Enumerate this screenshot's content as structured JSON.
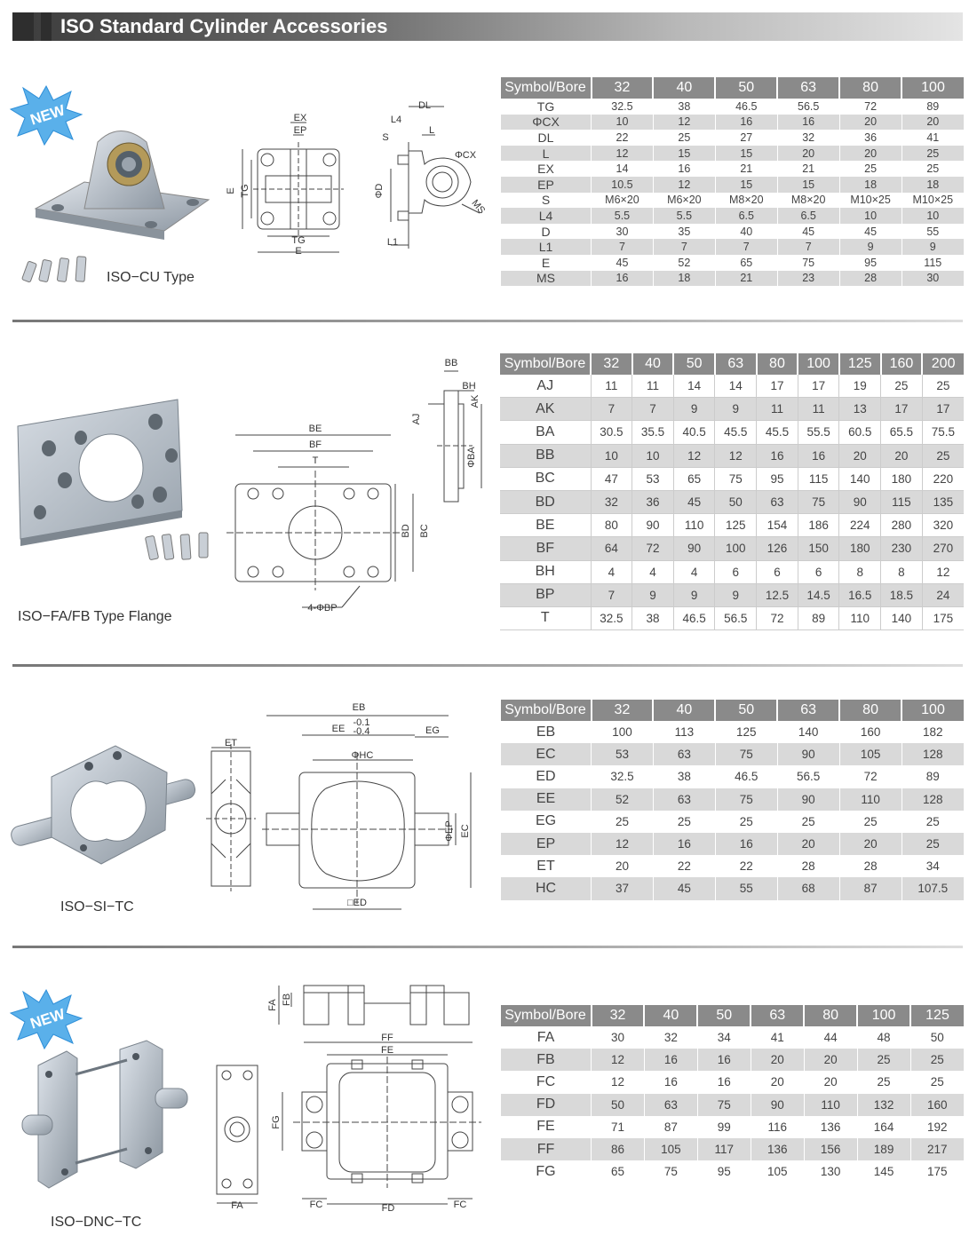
{
  "page_title": "ISO Standard Cylinder Accessories",
  "colors": {
    "header_dark": "#2e2e2e",
    "table_header": "#8a8a8a",
    "row_alt": "#d9d9d9",
    "part_metal": "#b9c0c7",
    "badge_blue": "#2f8fd8"
  },
  "badges": {
    "new_label": "NEW"
  },
  "sections": [
    {
      "id": "cu",
      "product_label": "ISO−CU Type",
      "dim_labels": [
        "EX",
        "EP",
        "TG",
        "E",
        "TG",
        "E",
        "DL",
        "L4",
        "S",
        "L",
        "ΦCX",
        "ΦD",
        "MS",
        "L1"
      ],
      "table": {
        "header": "Symbol/Bore",
        "bores": [
          "32",
          "40",
          "50",
          "63",
          "80",
          "100"
        ],
        "rows": [
          {
            "sym": "TG",
            "vals": [
              "32.5",
              "38",
              "46.5",
              "56.5",
              "72",
              "89"
            ]
          },
          {
            "sym": "ΦCX",
            "vals": [
              "10",
              "12",
              "16",
              "16",
              "20",
              "20"
            ]
          },
          {
            "sym": "DL",
            "vals": [
              "22",
              "25",
              "27",
              "32",
              "36",
              "41"
            ]
          },
          {
            "sym": "L",
            "vals": [
              "12",
              "15",
              "15",
              "20",
              "20",
              "25"
            ]
          },
          {
            "sym": "EX",
            "vals": [
              "14",
              "16",
              "21",
              "21",
              "25",
              "25"
            ]
          },
          {
            "sym": "EP",
            "vals": [
              "10.5",
              "12",
              "15",
              "15",
              "18",
              "18"
            ]
          },
          {
            "sym": "S",
            "vals": [
              "M6×20",
              "M6×20",
              "M8×20",
              "M8×20",
              "M10×25",
              "M10×25"
            ]
          },
          {
            "sym": "L4",
            "vals": [
              "5.5",
              "5.5",
              "6.5",
              "6.5",
              "10",
              "10"
            ]
          },
          {
            "sym": "D",
            "vals": [
              "30",
              "35",
              "40",
              "45",
              "45",
              "55"
            ]
          },
          {
            "sym": "L1",
            "vals": [
              "7",
              "7",
              "7",
              "7",
              "9",
              "9"
            ]
          },
          {
            "sym": "E",
            "vals": [
              "45",
              "52",
              "65",
              "75",
              "95",
              "115"
            ]
          },
          {
            "sym": "MS",
            "vals": [
              "16",
              "18",
              "21",
              "23",
              "28",
              "30"
            ]
          }
        ]
      }
    },
    {
      "id": "fa",
      "product_label": "ISO−FA/FB Type Flange",
      "dim_labels": [
        "BE",
        "BF",
        "T",
        "BD",
        "BC",
        "4-ΦBP",
        "BB",
        "BH",
        "AJ",
        "AK",
        "ΦBA"
      ],
      "table": {
        "header": "Symbol/Bore",
        "bores": [
          "32",
          "40",
          "50",
          "63",
          "80",
          "100",
          "125",
          "160",
          "200"
        ],
        "rows": [
          {
            "sym": "AJ",
            "vals": [
              "11",
              "11",
              "14",
              "14",
              "17",
              "17",
              "19",
              "25",
              "25"
            ]
          },
          {
            "sym": "AK",
            "vals": [
              "7",
              "7",
              "9",
              "9",
              "11",
              "11",
              "13",
              "17",
              "17"
            ]
          },
          {
            "sym": "BA",
            "vals": [
              "30.5",
              "35.5",
              "40.5",
              "45.5",
              "45.5",
              "55.5",
              "60.5",
              "65.5",
              "75.5"
            ]
          },
          {
            "sym": "BB",
            "vals": [
              "10",
              "10",
              "12",
              "12",
              "16",
              "16",
              "20",
              "20",
              "25"
            ]
          },
          {
            "sym": "BC",
            "vals": [
              "47",
              "53",
              "65",
              "75",
              "95",
              "115",
              "140",
              "180",
              "220"
            ]
          },
          {
            "sym": "BD",
            "vals": [
              "32",
              "36",
              "45",
              "50",
              "63",
              "75",
              "90",
              "115",
              "135"
            ]
          },
          {
            "sym": "BE",
            "vals": [
              "80",
              "90",
              "110",
              "125",
              "154",
              "186",
              "224",
              "280",
              "320"
            ]
          },
          {
            "sym": "BF",
            "vals": [
              "64",
              "72",
              "90",
              "100",
              "126",
              "150",
              "180",
              "230",
              "270"
            ]
          },
          {
            "sym": "BH",
            "vals": [
              "4",
              "4",
              "4",
              "6",
              "6",
              "6",
              "8",
              "8",
              "12"
            ]
          },
          {
            "sym": "BP",
            "vals": [
              "7",
              "9",
              "9",
              "9",
              "12.5",
              "14.5",
              "16.5",
              "18.5",
              "24"
            ]
          },
          {
            "sym": "T",
            "vals": [
              "32.5",
              "38",
              "46.5",
              "56.5",
              "72",
              "89",
              "110",
              "140",
              "175"
            ]
          }
        ]
      }
    },
    {
      "id": "si",
      "product_label": "ISO−SI−TC",
      "dim_labels": [
        "ET",
        "EB",
        "EE",
        "-0.1",
        "-0.4",
        "EG",
        "ΦHC",
        "ΦEP",
        "EC",
        "□ED"
      ],
      "table": {
        "header": "Symbol/Bore",
        "bores": [
          "32",
          "40",
          "50",
          "63",
          "80",
          "100"
        ],
        "rows": [
          {
            "sym": "EB",
            "vals": [
              "100",
              "113",
              "125",
              "140",
              "160",
              "182"
            ]
          },
          {
            "sym": "EC",
            "vals": [
              "53",
              "63",
              "75",
              "90",
              "105",
              "128"
            ]
          },
          {
            "sym": "ED",
            "vals": [
              "32.5",
              "38",
              "46.5",
              "56.5",
              "72",
              "89"
            ]
          },
          {
            "sym": "EE",
            "vals": [
              "52",
              "63",
              "75",
              "90",
              "110",
              "128"
            ]
          },
          {
            "sym": "EG",
            "vals": [
              "25",
              "25",
              "25",
              "25",
              "25",
              "25"
            ]
          },
          {
            "sym": "EP",
            "vals": [
              "12",
              "16",
              "16",
              "20",
              "20",
              "25"
            ]
          },
          {
            "sym": "ET",
            "vals": [
              "20",
              "22",
              "22",
              "28",
              "28",
              "34"
            ]
          },
          {
            "sym": "HC",
            "vals": [
              "37",
              "45",
              "55",
              "68",
              "87",
              "107.5"
            ]
          }
        ]
      }
    },
    {
      "id": "dnc",
      "product_label": "ISO−DNC−TC",
      "dim_labels": [
        "FA",
        "FB",
        "FF",
        "FE",
        "FG",
        "FA",
        "FC",
        "FD",
        "FC"
      ],
      "table": {
        "header": "Symbol/Bore",
        "bores": [
          "32",
          "40",
          "50",
          "63",
          "80",
          "100",
          "125"
        ],
        "rows": [
          {
            "sym": "FA",
            "vals": [
              "30",
              "32",
              "34",
              "41",
              "44",
              "48",
              "50"
            ]
          },
          {
            "sym": "FB",
            "vals": [
              "12",
              "16",
              "16",
              "20",
              "20",
              "25",
              "25"
            ]
          },
          {
            "sym": "FC",
            "vals": [
              "12",
              "16",
              "16",
              "20",
              "20",
              "25",
              "25"
            ]
          },
          {
            "sym": "FD",
            "vals": [
              "50",
              "63",
              "75",
              "90",
              "110",
              "132",
              "160"
            ]
          },
          {
            "sym": "FE",
            "vals": [
              "71",
              "87",
              "99",
              "116",
              "136",
              "164",
              "192"
            ]
          },
          {
            "sym": "FF",
            "vals": [
              "86",
              "105",
              "117",
              "136",
              "156",
              "189",
              "217"
            ]
          },
          {
            "sym": "FG",
            "vals": [
              "65",
              "75",
              "95",
              "105",
              "130",
              "145",
              "175"
            ]
          }
        ]
      }
    }
  ]
}
